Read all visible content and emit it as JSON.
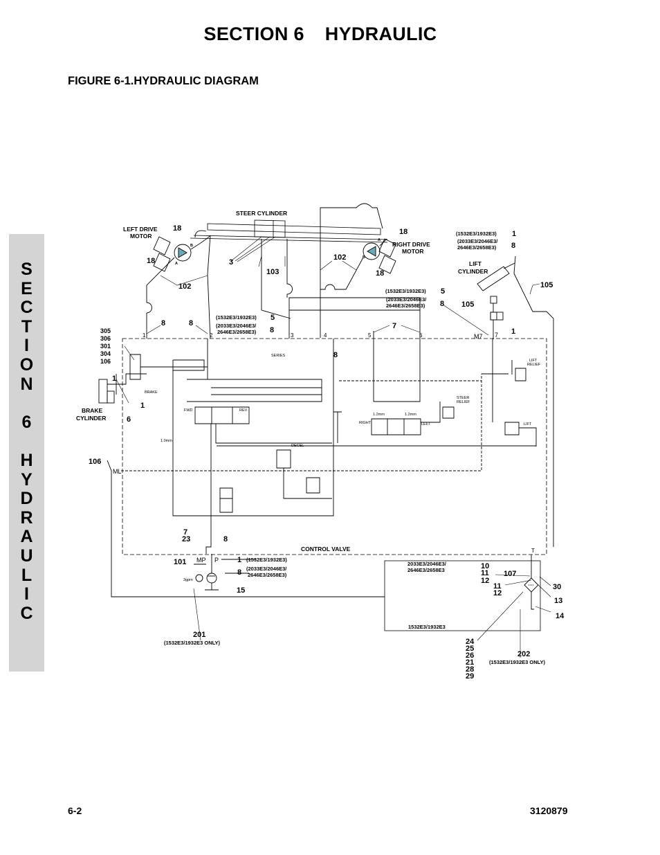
{
  "header": {
    "section_label": "SECTION 6",
    "section_name": "HYDRAULIC",
    "figure_title": "FIGURE 6-1.HYDRAULIC DIAGRAM"
  },
  "side_tab": {
    "letters": [
      "S",
      "E",
      "C",
      "T",
      "I",
      "O",
      "N",
      " ",
      "6",
      " ",
      "H",
      "Y",
      "D",
      "R",
      "A",
      "U",
      "L",
      "I",
      "C"
    ]
  },
  "footer": {
    "page": "6-2",
    "doc_number": "3120879"
  },
  "diagram": {
    "labels": {
      "steer_cylinder": "STEER CYLINDER",
      "left_drive_1": "LEFT DRIVE",
      "left_drive_2": "MOTOR",
      "right_drive_1": "RIGHT DRIVE",
      "right_drive_2": "MOTOR",
      "lift_cyl_1": "LIFT",
      "lift_cyl_2": "CYLINDER",
      "brake_cyl_1": "BRAKE",
      "brake_cyl_2": "CYLINDER",
      "control_valve": "CONTROL VALVE",
      "series": "SERIES",
      "brake": "BRAKE",
      "fwd": "FWD",
      "rev": "REV",
      "right": "RIGHT",
      "left": "LEFT",
      "steer_relief_1": "STEER",
      "steer_relief_2": "RELIEF",
      "lift_relief_1": "LIFT",
      "lift_relief_2": "RELIEF",
      "lift": "LIFT",
      "decel": "DECEL",
      "gpm": "3gpm",
      "mp": "MP",
      "p": "P",
      "t": "T",
      "m7": "M7",
      "ml": "ML",
      "orifice_a": "1.2mm",
      "orifice_b": "1.2mm",
      "orifice_c": "1.0mm",
      "tank_top": "2033E3/2046E3/",
      "tank_top2": "2646E3/2658E3",
      "tank_bottom": "1532E3/1932E3"
    },
    "callouts": {
      "c18a": "18",
      "c18b": "18",
      "c18c": "18",
      "c18d": "18",
      "c102a": "102",
      "c102b": "102",
      "c103": "103",
      "c3": "3",
      "c105a": "105",
      "c105b": "105",
      "lift_note_1": "1",
      "lift_note_1_txt": "(1532E3/1932E3)",
      "lift_note_8": "8",
      "lift_note_8_txt1": "(2033E3/2046E3/",
      "lift_note_8_txt2": "2646E3/2658E3)",
      "valve_note_5": "5",
      "valve_note_5_txt": "(1532E3/1932E3)",
      "valve_note_8": "8",
      "valve_note_8_txt1": "(2033E3/2046E3/",
      "valve_note_8_txt2": "2646E3/2658E3)",
      "mid_note_5": "5",
      "mid_note_5_txt": "(1532E3/1932E3)",
      "mid_note_8": "8",
      "mid_note_8_txt1": "(2033E3/2046E3/",
      "mid_note_8_txt2": "2646E3/2658E3)",
      "c8a": "8",
      "c8b": "8",
      "c8c": "8",
      "c7a": "7",
      "c1a": "1",
      "stack_1": "305",
      "stack_2": "306",
      "stack_3": "301",
      "stack_4": "304",
      "stack_5": "106",
      "c1b": "1",
      "c1c": "1",
      "c6": "6",
      "c106": "106",
      "c7b": "7",
      "c23": "23",
      "c8d": "8",
      "c101": "101",
      "pump_note_1": "1",
      "pump_note_1_txt": "(1532E3/1932E3)",
      "pump_note_8": "8",
      "pump_note_8_txt1": "(2033E3/2046E3/",
      "pump_note_8_txt2": "2646E3/2658E3)",
      "c15": "15",
      "c201": "201",
      "c201_txt": "(1532E3/1932E3 ONLY)",
      "c10": "10",
      "c11a": "11",
      "c12a": "12",
      "c107": "107",
      "c11b": "11",
      "c12b": "12",
      "c30": "30",
      "c13": "13",
      "c14": "14",
      "stk_24": "24",
      "stk_25": "25",
      "stk_26": "26",
      "stk_21": "21",
      "stk_28": "28",
      "stk_29": "29",
      "c202": "202",
      "c202_txt": "(1532E3/1932E3 ONLY)",
      "port1": "1",
      "port2": "2",
      "port3": "3",
      "port4": "4",
      "port5": "5",
      "port6": "6",
      "port7": "7",
      "mA1": "A",
      "mB1": "B",
      "mA2": "A",
      "mB2": "B"
    }
  }
}
